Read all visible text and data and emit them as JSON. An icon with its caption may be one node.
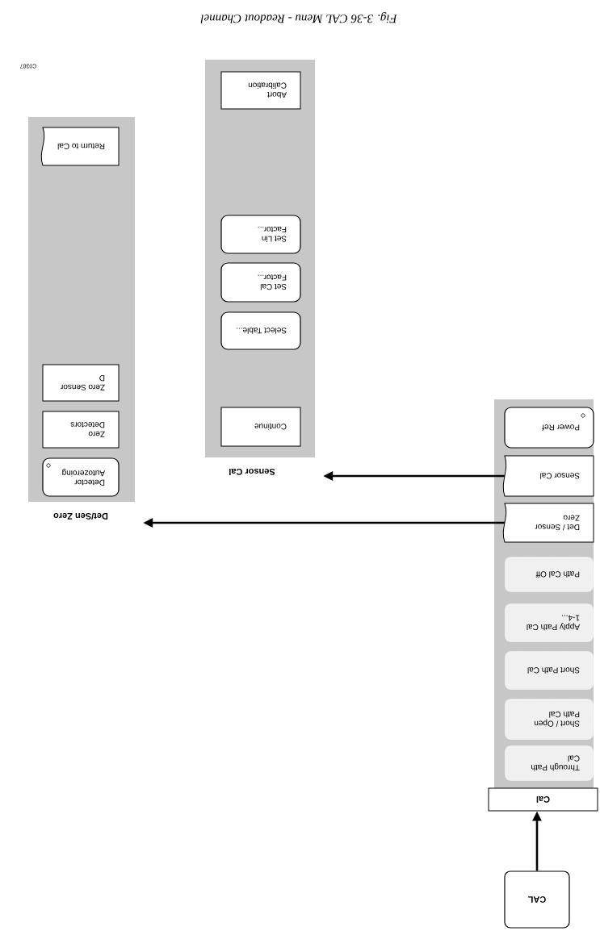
{
  "diagram": {
    "caption": "Fig. 3-36 CAL Menu - Readout Channel",
    "nodes": [
      {
        "text": [
          "CAL"
        ]
      },
      {
        "text": [
          "Cal"
        ]
      },
      {
        "text": [
          "Through Path Cal"
        ],
        "in": 1
      },
      {
        "text": [
          "Short / Open Path Cal"
        ],
        "in": 1
      },
      {
        "text": [
          "Short Path Cal"
        ],
        "in": 1
      },
      {
        "text": [
          "Apply Path Cal 1-4..."
        ],
        "in": 1
      },
      {
        "text": [
          "Path Cal Off"
        ],
        "in": 1
      },
      {
        "text": [
          "Det / Sensor Zero"
        ],
        "in": 1
      },
      {
        "text": [
          "Sensor Cal"
        ],
        "in": 1
      },
      {
        "text": [
          "Power Ref"
        ],
        "in": 1
      },
      {
        "text": [
          "Sensor Cal"
        ]
      },
      {
        "text": [
          "Continue"
        ],
        "in": 10
      },
      {
        "text": [
          "Select Table..."
        ],
        "in": 10
      },
      {
        "text": [
          "Set Cal Factor..."
        ],
        "in": 10
      },
      {
        "text": [
          "Set Lin Factor..."
        ],
        "in": 10
      },
      {
        "text": [
          "Abort Calibration"
        ],
        "in": 10
      },
      {
        "text": [
          "Det/Sen Zero"
        ]
      },
      {
        "text": [
          "Detector Autozeroing"
        ],
        "in": 16
      },
      {
        "text": [
          "Zero Detectors"
        ],
        "in": 16
      },
      {
        "text": [
          "Zero Sensor D"
        ],
        "in": 16
      },
      {
        "text": [
          "Return to Cal"
        ],
        "in": 16
      }
    ],
    "edges": [
      {
        "from": 0,
        "to": 1,
        "arrow": "to"
      },
      {
        "from": 7,
        "to": 16,
        "arrow": "to"
      },
      {
        "from": 8,
        "to": 10,
        "arrow": "to"
      }
    ],
    "labels": [
      "C0387"
    ]
  }
}
